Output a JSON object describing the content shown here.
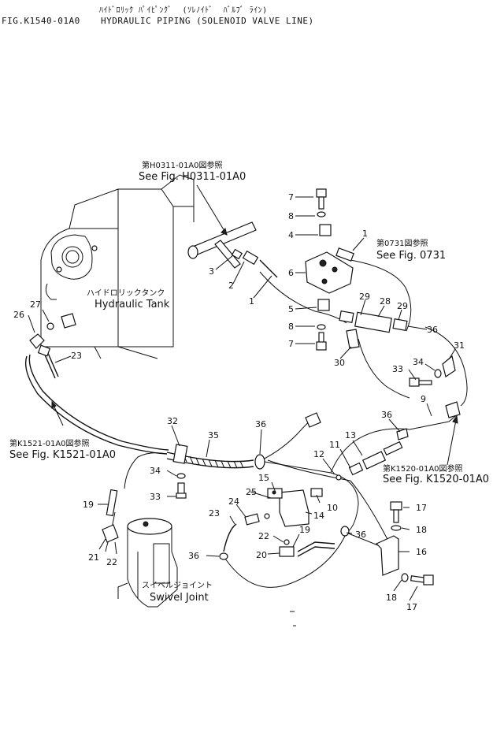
{
  "header": {
    "jp_line": "ﾊｲﾄﾞﾛﾘｯｸ ﾊﾟｲﾋﾟﾝｸﾞ  (ｿﾚﾉｲﾄﾞ  ﾊﾞﾙﾌﾞ ﾗｲﾝ)",
    "fig_id": "FIG.K1540-01A0",
    "title": "HYDRAULIC PIPING (SOLENOID VALVE LINE)"
  },
  "references": {
    "h0311_jp": "第H0311-01A0図参照",
    "h0311": "See Fig. H0311-01A0",
    "f0731_jp": "第0731図参照",
    "f0731": "See Fig. 0731",
    "k1521_jp": "第K1521-01A0図参照",
    "k1521": "See Fig. K1521-01A0",
    "k1520_jp": "第K1520-01A0図参照",
    "k1520": "See Fig. K1520-01A0"
  },
  "components": {
    "tank_jp": "ハイドロリックタンク",
    "tank": "Hydraulic Tank",
    "swivel_jp": "スイベルジョイント",
    "swivel": "Swivel Joint"
  },
  "callouts": {
    "c1a": "1",
    "c1b": "1",
    "c2": "2",
    "c3": "3",
    "c4": "4",
    "c5": "5",
    "c6": "6",
    "c7a": "7",
    "c7b": "7",
    "c8a": "8",
    "c8b": "8",
    "c9": "9",
    "c10": "10",
    "c11": "11",
    "c12": "12",
    "c13": "13",
    "c14": "14",
    "c15": "15",
    "c16": "16",
    "c17a": "17",
    "c17b": "17",
    "c18a": "18",
    "c18b": "18",
    "c19a": "19",
    "c19b": "19",
    "c20": "20",
    "c21": "21",
    "c22a": "22",
    "c22b": "22",
    "c23a": "23",
    "c23b": "23",
    "c24": "24",
    "c25": "25",
    "c26": "26",
    "c27": "27",
    "c28": "28",
    "c29a": "29",
    "c29b": "29",
    "c30": "30",
    "c31": "31",
    "c32": "32",
    "c33a": "33",
    "c33b": "33",
    "c34a": "34",
    "c34b": "34",
    "c35": "35",
    "c36a": "36",
    "c36b": "36",
    "c36c": "36",
    "c36d": "36",
    "c36e": "36"
  }
}
